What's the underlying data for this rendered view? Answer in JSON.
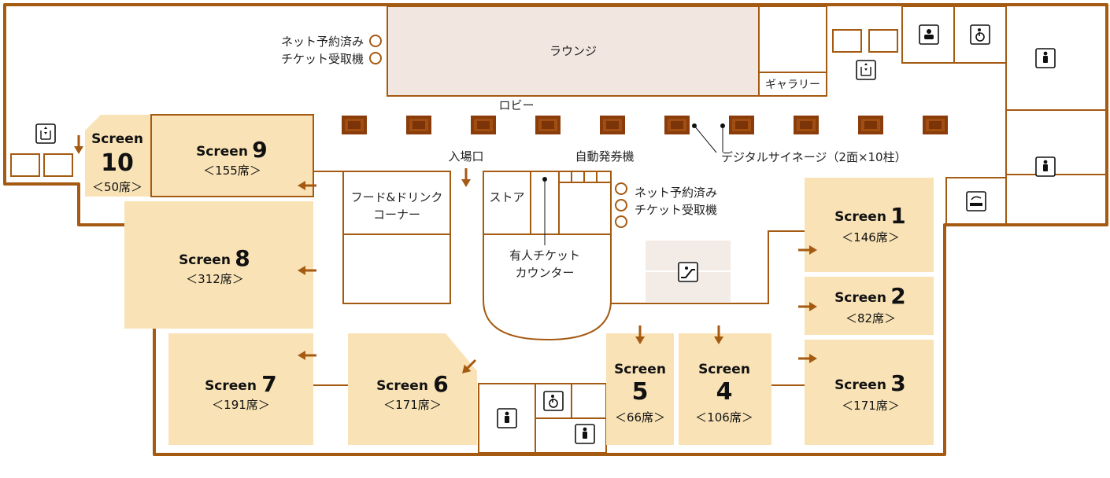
{
  "labels": {
    "lounge": "ラウンジ",
    "gallery": "ギャラリー",
    "lobby": "ロビー",
    "entrance": "入場口",
    "ticket_machine": "自動発券機",
    "store": "ストア",
    "food_drink_1": "フード&ドリンク",
    "food_drink_2": "コーナー",
    "counter_1": "有人チケット",
    "counter_2": "カウンター",
    "signage": "デジタルサイネージ（2面×10柱）",
    "net_reserved": "ネット予約済み",
    "ticket_pickup": "チケット受取機"
  },
  "screens": [
    {
      "word": "Screen",
      "num": "10",
      "seats": "＜50席＞"
    },
    {
      "word": "Screen",
      "num": "9",
      "seats": "＜155席＞"
    },
    {
      "word": "Screen",
      "num": "8",
      "seats": "＜312席＞"
    },
    {
      "word": "Screen",
      "num": "7",
      "seats": "＜191席＞"
    },
    {
      "word": "Screen",
      "num": "6",
      "seats": "＜171席＞"
    },
    {
      "word": "Screen",
      "num": "5",
      "seats": "＜66席＞"
    },
    {
      "word": "Screen",
      "num": "4",
      "seats": "＜106席＞"
    },
    {
      "word": "Screen",
      "num": "3",
      "seats": "＜171席＞"
    },
    {
      "word": "Screen",
      "num": "2",
      "seats": "＜82席＞"
    },
    {
      "word": "Screen",
      "num": "1",
      "seats": "＜146席＞"
    }
  ],
  "icons": [
    "elevator-icon",
    "restroom-icon",
    "accessible-restroom-icon",
    "baby-room-icon",
    "smoking-room-icon",
    "escalator-icon",
    "digital-signage-icon"
  ],
  "colors": {
    "wall": "#a55a12",
    "screen_fill": "#f9e3b6",
    "lounge_fill": "#f1e6e0",
    "escalator_fill": "#f2ebe6",
    "floor": "#ffffff"
  }
}
